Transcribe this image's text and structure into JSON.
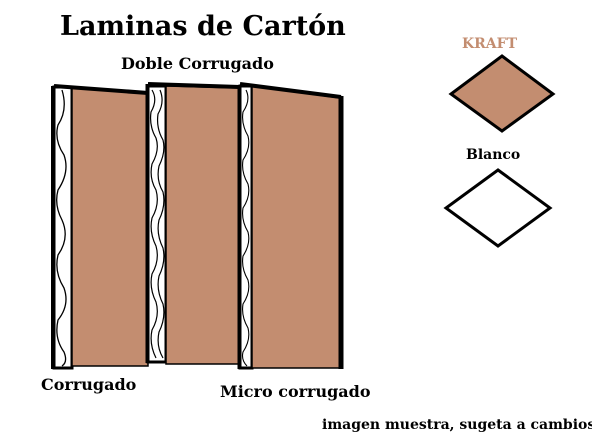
{
  "title": "Laminas de Cartón",
  "labels": {
    "doble_corrugado": "Doble Corrugado",
    "corrugado": "Corrugado",
    "micro_corrugado": "Micro corrugado"
  },
  "legend": {
    "kraft": {
      "label": "KRAFT",
      "color": "#c38d70"
    },
    "blanco": {
      "label": "Blanco",
      "color": "#ffffff"
    }
  },
  "note": "imagen muestra, sugeta a cambios",
  "colors": {
    "kraft_face": "#c38d70",
    "outline": "#000000",
    "kraft_label": "#c38d70"
  }
}
